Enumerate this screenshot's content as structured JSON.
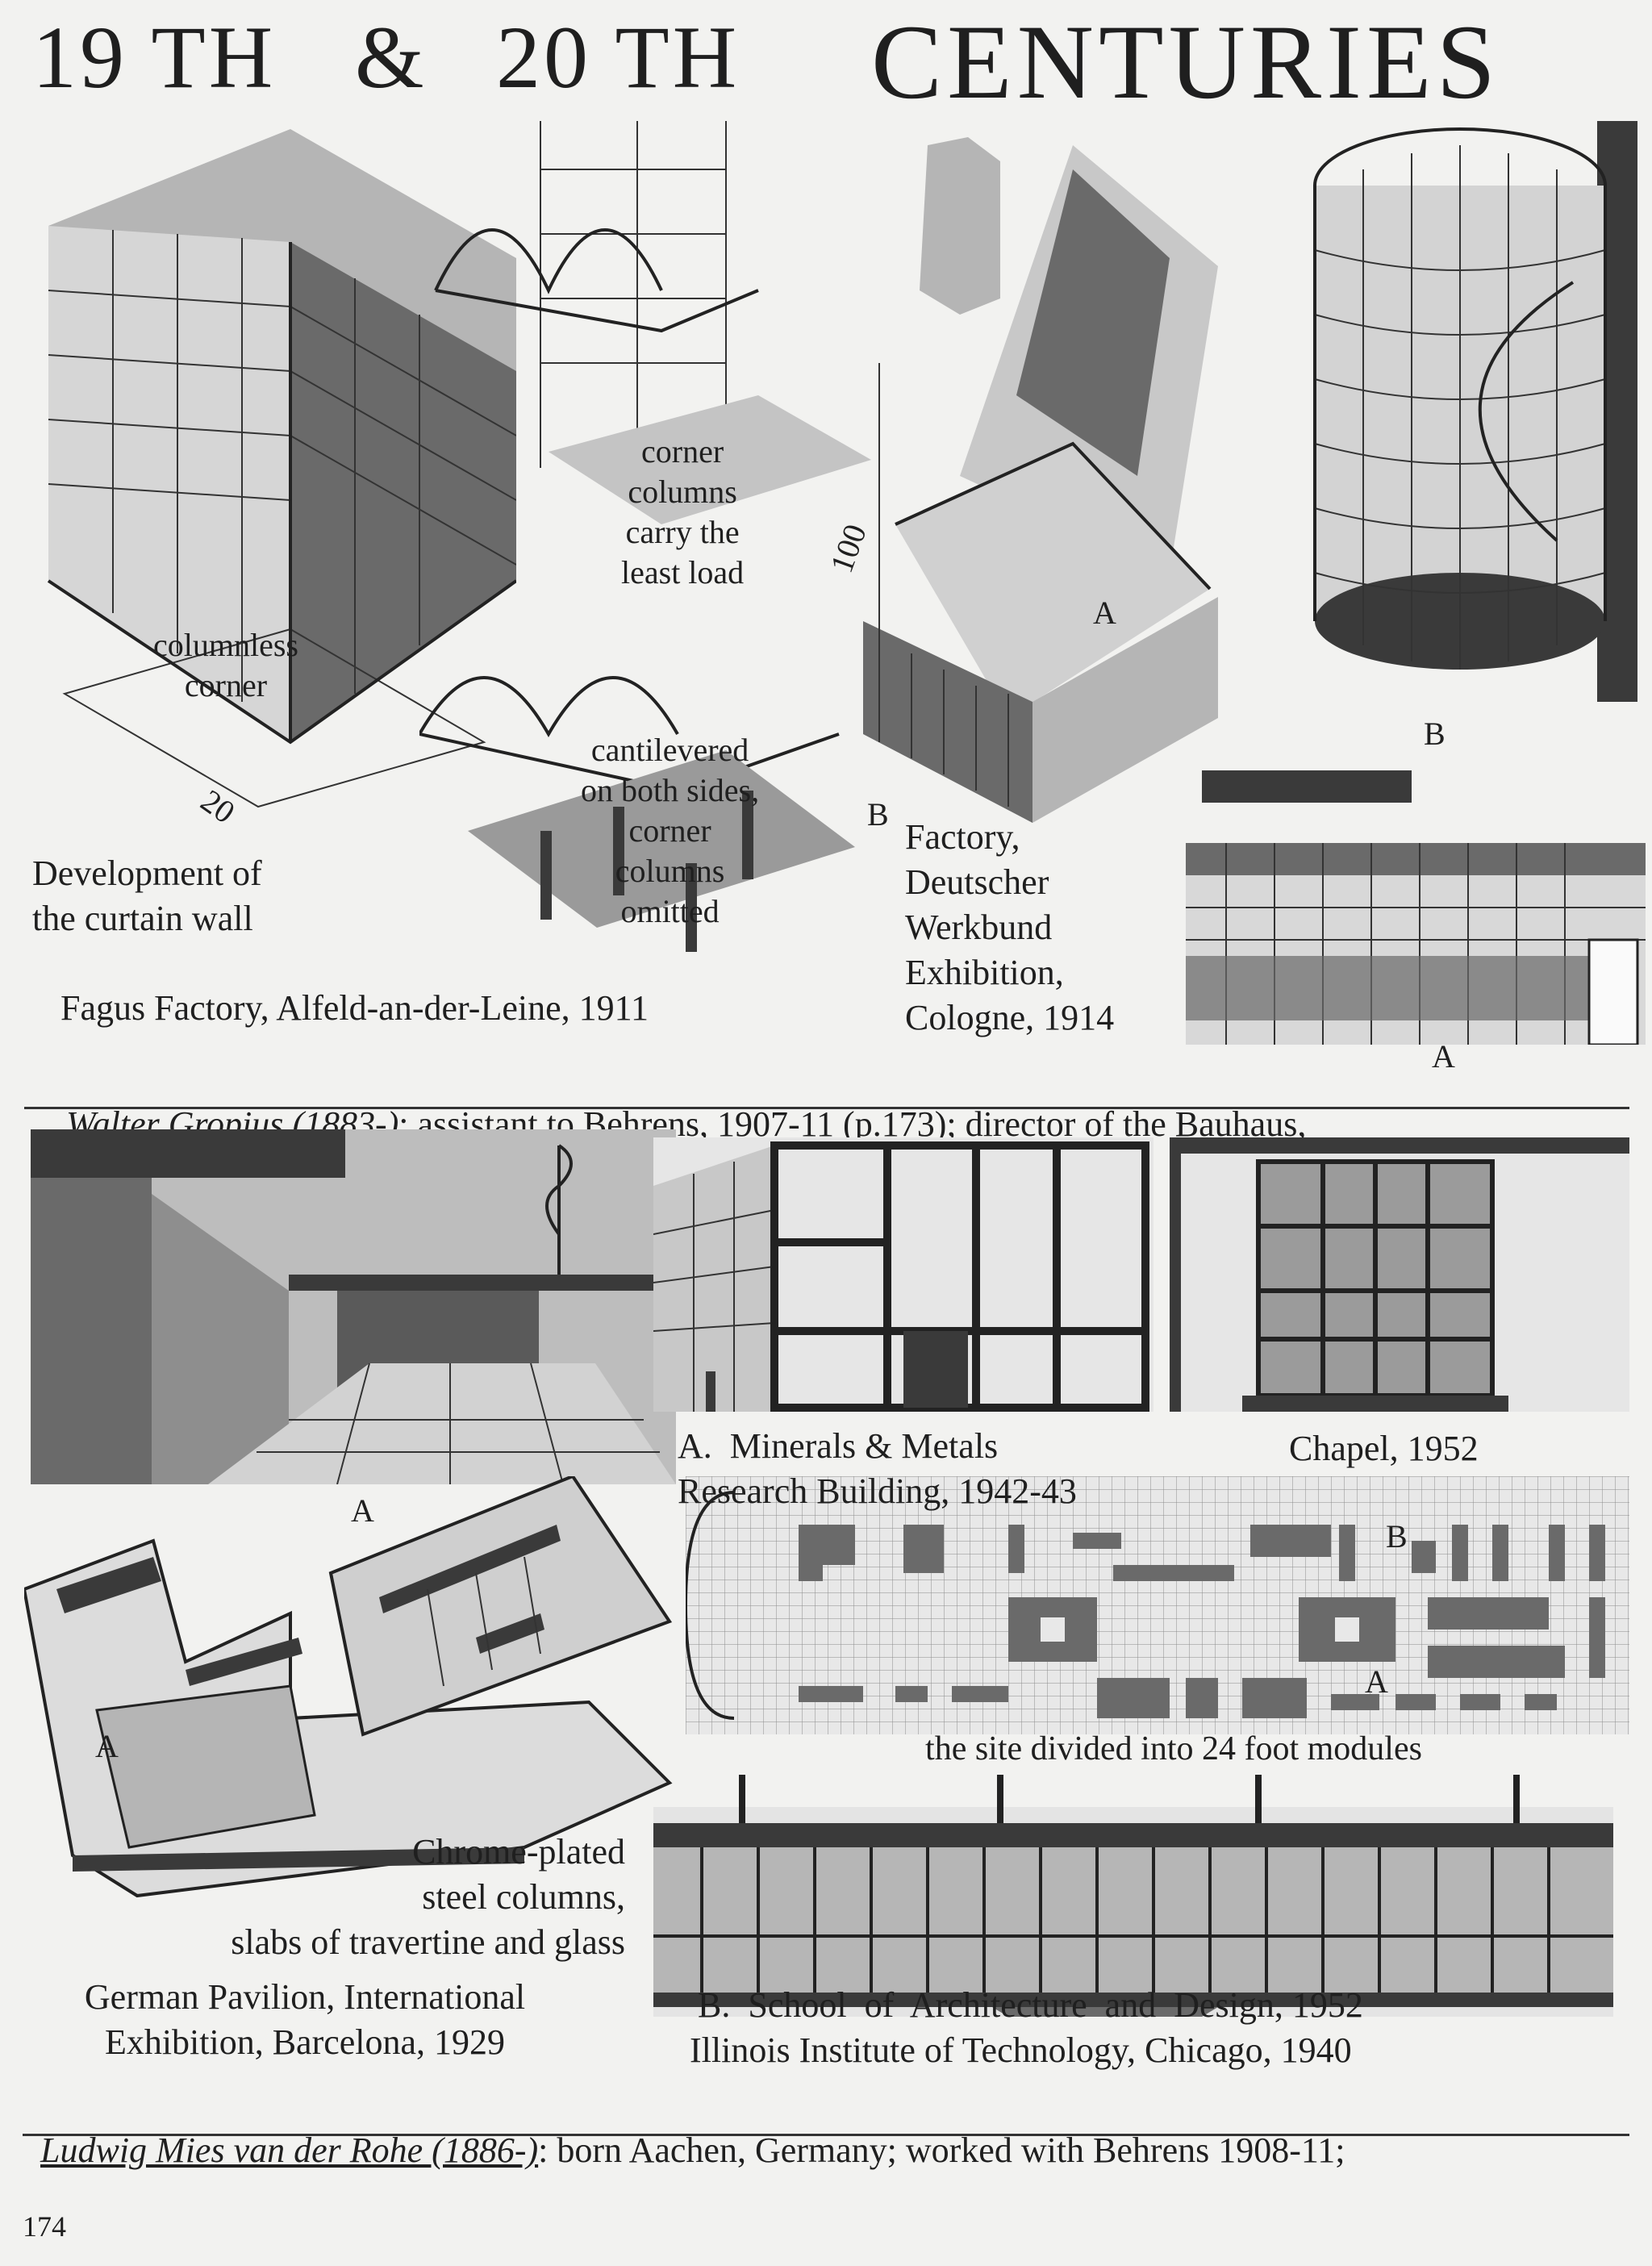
{
  "title": {
    "part1": "19 TH",
    "amp": "&",
    "part2": "20 TH",
    "part3": "CENTURIES"
  },
  "curtain_wall": {
    "label_columnless": "columnless\ncorner",
    "label_corner_columns": "corner\ncolumns\ncarry the\nleast load",
    "label_cantilevered": "cantilevered\non both sides,\ncorner\ncolumns\nomitted",
    "dimension": "20",
    "caption": "Development of\nthe curtain wall"
  },
  "fagus": {
    "caption": "Fagus Factory, Alfeld-an-der-Leine, 1911"
  },
  "werkbund": {
    "dimension": "100",
    "marker_a": "A",
    "marker_b": "B",
    "caption": "Factory,\nDeutscher\nWerkbund\nExhibition,\nCologne, 1914"
  },
  "stair_tower": {
    "marker": "B"
  },
  "factory_elevation": {
    "marker": "A"
  },
  "gropius_line": {
    "name": "Walter Gropius (1883-)",
    "text": ": assistant to Behrens, 1907-11 (p.173); director of the Bauhaus,"
  },
  "pavilion": {
    "marker_top": "A",
    "marker_plan": "A",
    "caption_materials": "Chrome-plated\nsteel columns,\nslabs of travertine and glass",
    "caption": "German Pavilion, International\nExhibition, Barcelona, 1929"
  },
  "minerals": {
    "caption": "A.  Minerals & Metals\nResearch Building, 1942-43"
  },
  "chapel": {
    "caption": "Chapel, 1952"
  },
  "site_plan": {
    "marker_a": "A",
    "marker_b": "B",
    "caption": "the site divided into 24 foot modules"
  },
  "school": {
    "caption_line1": "B.  School  of  Architecture  and  Design, 1952",
    "caption_line2": "Illinois Institute of Technology, Chicago, 1940"
  },
  "mies_line": {
    "name": "Ludwig Mies van der Rohe (1886-)",
    "text": ": born Aachen, Germany; worked with Behrens 1908-11;"
  },
  "page_number": "174"
}
